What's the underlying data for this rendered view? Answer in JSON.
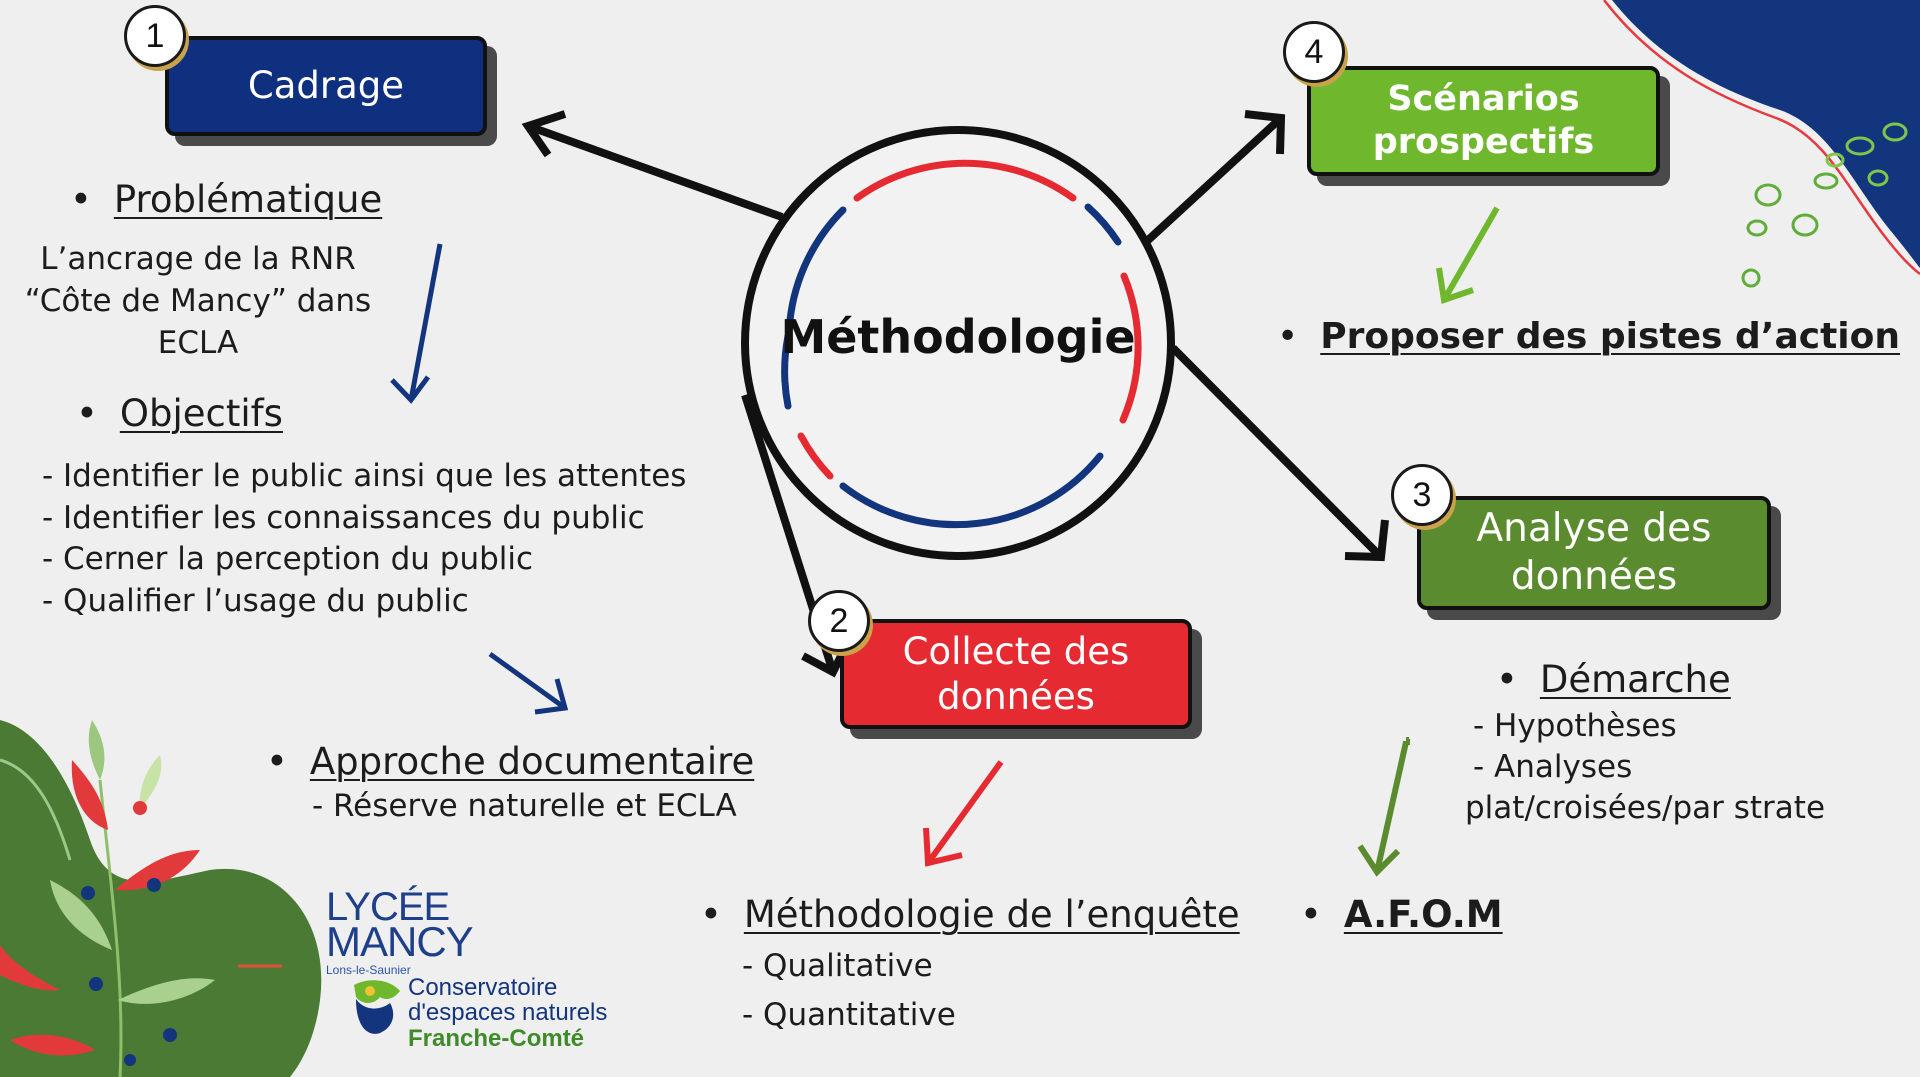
{
  "center": {
    "title": "Méthodologie"
  },
  "steps": [
    {
      "number": "1",
      "title": [
        "Cadrage"
      ],
      "color": "#0f2f7f"
    },
    {
      "number": "2",
      "title": [
        "Collecte des",
        "données"
      ],
      "color": "#e62a32"
    },
    {
      "number": "3",
      "title": [
        "Analyse des",
        "données"
      ],
      "color": "#5b8b2f"
    },
    {
      "number": "4",
      "title": [
        "Scénarios",
        "prospectifs"
      ],
      "color": "#6fb82d"
    }
  ],
  "cadrage": {
    "problematique": {
      "heading": "Problématique",
      "text": [
        "L’ancrage de la RNR",
        "“Côte de Mancy” dans",
        "ECLA"
      ]
    },
    "objectifs": {
      "heading": "Objectifs",
      "items": [
        "- Identifier le public ainsi que les attentes",
        "- Identifier les connaissances du public",
        "- Cerner la perception du public",
        "- Qualifier l’usage du public"
      ]
    },
    "approche": {
      "heading": "Approche documentaire",
      "items": [
        "- Réserve naturelle et ECLA"
      ]
    }
  },
  "collecte": {
    "heading": "Méthodologie de l’enquête",
    "items": [
      "- Qualitative",
      "- Quantitative"
    ]
  },
  "analyse": {
    "heading": "Démarche",
    "items": [
      "- Hypothèses",
      "- Analyses",
      "plat/croisées/par strate"
    ],
    "afom": "A.F.O.M"
  },
  "scenarios": {
    "heading": "Proposer des pistes d’action"
  },
  "bullet_char": "•",
  "logos": {
    "lycee": {
      "line1": "LYCÉE",
      "line2": "MANCY",
      "line3": "Lons-le-Saunier"
    },
    "cen": {
      "lines": [
        "Conservatoire",
        "d'espaces naturels",
        "Franche-Comté"
      ]
    }
  },
  "colors": {
    "navy": "#0f2f7f",
    "red": "#e62a32",
    "dark_green": "#5b8b2f",
    "light_green": "#6fb82d"
  }
}
